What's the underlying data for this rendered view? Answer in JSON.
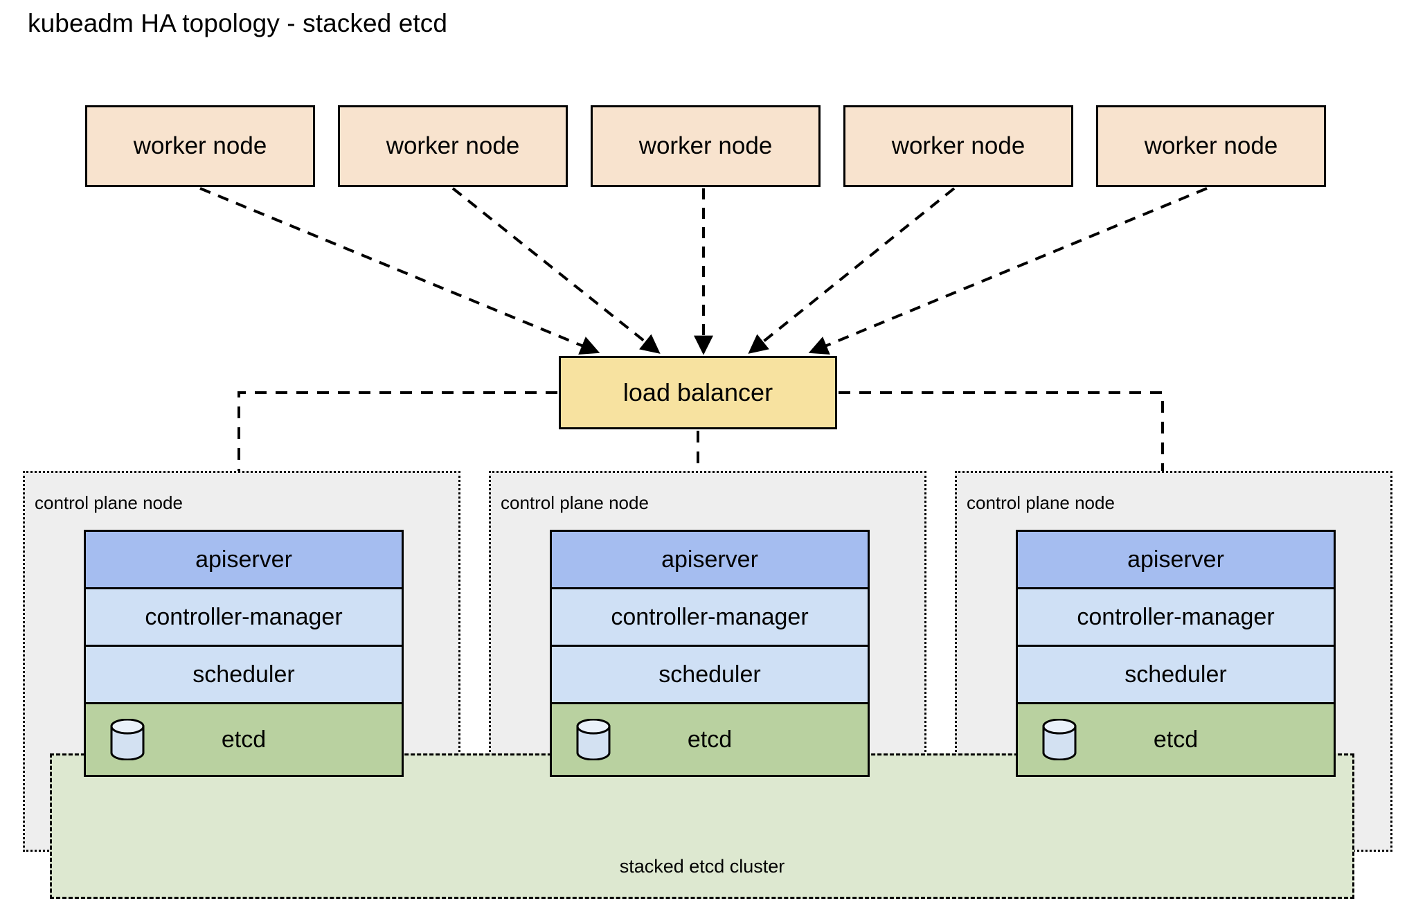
{
  "diagram": {
    "title": "kubeadm HA topology - stacked etcd",
    "type": "architecture-diagram"
  },
  "workers": [
    {
      "label": "worker node"
    },
    {
      "label": "worker node"
    },
    {
      "label": "worker node"
    },
    {
      "label": "worker node"
    },
    {
      "label": "worker node"
    }
  ],
  "load_balancer": {
    "label": "load balancer"
  },
  "control_planes": [
    {
      "label": "control plane node",
      "components": [
        {
          "name": "apiserver",
          "label": "apiserver"
        },
        {
          "name": "controller-manager",
          "label": "controller-manager"
        },
        {
          "name": "scheduler",
          "label": "scheduler"
        },
        {
          "name": "etcd",
          "label": "etcd",
          "icon": "database-cylinder-icon"
        }
      ]
    },
    {
      "label": "control plane node",
      "components": [
        {
          "name": "apiserver",
          "label": "apiserver"
        },
        {
          "name": "controller-manager",
          "label": "controller-manager"
        },
        {
          "name": "scheduler",
          "label": "scheduler"
        },
        {
          "name": "etcd",
          "label": "etcd",
          "icon": "database-cylinder-icon"
        }
      ]
    },
    {
      "label": "control plane node",
      "components": [
        {
          "name": "apiserver",
          "label": "apiserver"
        },
        {
          "name": "controller-manager",
          "label": "controller-manager"
        },
        {
          "name": "scheduler",
          "label": "scheduler"
        },
        {
          "name": "etcd",
          "label": "etcd",
          "icon": "database-cylinder-icon"
        }
      ]
    }
  ],
  "etcd_cluster": {
    "label": "stacked etcd cluster"
  },
  "colors": {
    "worker_fill": "#f8e3ce",
    "load_balancer_fill": "#f7e2a0",
    "apiserver_fill": "#a5bdf0",
    "component_fill": "#cfe0f5",
    "etcd_fill": "#b9d1a0",
    "etcd_cluster_fill": "#dde8d0",
    "control_plane_fill": "#eeeeee",
    "stroke": "#000000",
    "background": "#ffffff"
  }
}
